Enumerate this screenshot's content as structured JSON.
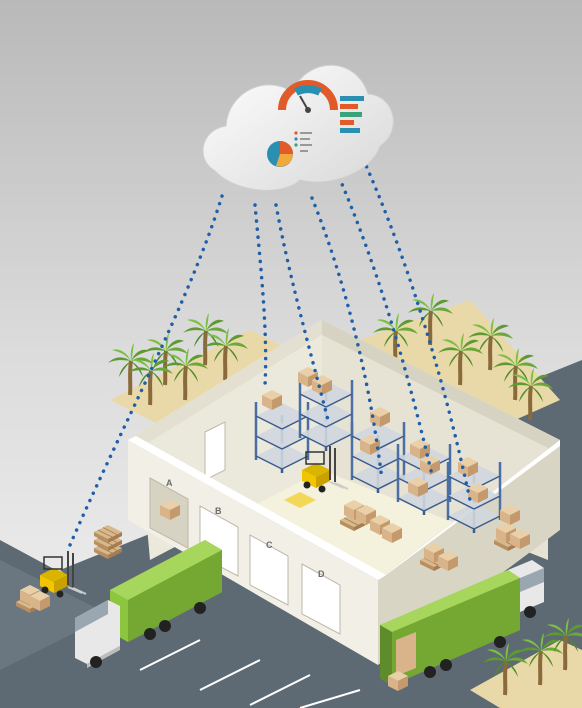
{
  "dock_doors": [
    {
      "label": "A"
    },
    {
      "label": "B"
    },
    {
      "label": "C"
    },
    {
      "label": "D"
    }
  ],
  "cloud_dashboard": {
    "icons": [
      "gauge-icon",
      "pie-chart-icon",
      "bar-chart-icon",
      "list-icon"
    ]
  },
  "colors": {
    "background_top": "#c9c9c9",
    "road": "#5e6a73",
    "warehouse_wall": "#f1efe6",
    "floor": "#f4f2dc",
    "rack_frame": "#4a6fa5",
    "crate": "#d9b48a",
    "truck_cargo": "#8cc63f",
    "forklift": "#f2c500",
    "data_line": "#1f5fa8",
    "palm_leaf": "#6aa83a",
    "sand": "#e9d9a8"
  }
}
